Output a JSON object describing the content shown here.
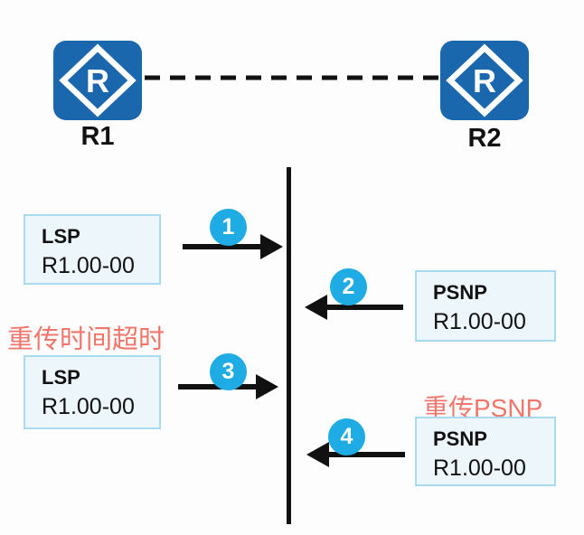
{
  "colors": {
    "background": "#fdfdfd",
    "router_blue": "#1a67ae",
    "badge_cyan": "#1fabe4",
    "box_bg": "#edf6fb",
    "box_border": "#a8daf0",
    "annotation_red": "#f0756a",
    "line_black": "#111111",
    "text_black": "#111111"
  },
  "router_icon_glyph": "R",
  "routers": [
    {
      "label": "R1"
    },
    {
      "label": "R2"
    }
  ],
  "messages": [
    {
      "step": "1",
      "title": "LSP",
      "subtitle": "R1.00-00",
      "direction": "right",
      "annotation": ""
    },
    {
      "step": "2",
      "title": "PSNP",
      "subtitle": "R1.00-00",
      "direction": "left",
      "annotation": ""
    },
    {
      "step": "3",
      "title": "LSP",
      "subtitle": "R1.00-00",
      "direction": "right",
      "annotation": "重传时间超时"
    },
    {
      "step": "4",
      "title": "PSNP",
      "subtitle": "R1.00-00",
      "direction": "left",
      "annotation": "重传PSNP"
    }
  ]
}
